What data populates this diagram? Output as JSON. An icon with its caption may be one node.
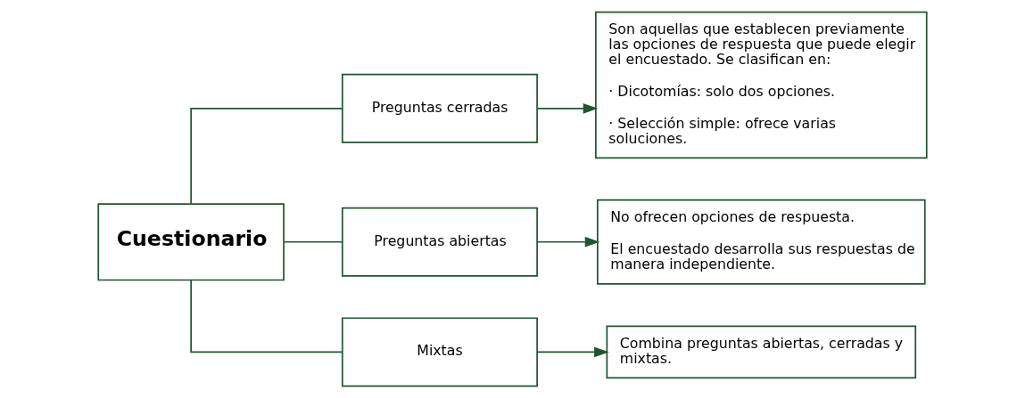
{
  "diagram": {
    "nodes": [
      {
        "text": [
          "Cuestionario"
        ]
      },
      {
        "text": [
          "Preguntas cerradas"
        ]
      },
      {
        "text": [
          "Son aquellas que establecen previamente las opciones de respuesta que puede elegir el encuestado. Se clasifican en:",
          "· Dicotomías: solo dos opciones.",
          "· Selección simple: ofrece varias soluciones."
        ]
      },
      {
        "text": [
          "Preguntas abiertas"
        ]
      },
      {
        "text": [
          "No ofrecen opciones de respuesta.",
          "El encuestado desarrolla sus respuestas de manera independiente."
        ]
      },
      {
        "text": [
          "Mixtas"
        ]
      },
      {
        "text": [
          "Combina preguntas abiertas, cerradas y mixtas."
        ]
      }
    ],
    "edges": [
      {
        "from": 0,
        "to": 1,
        "arrow": "none"
      },
      {
        "from": 0,
        "to": 3,
        "arrow": "none"
      },
      {
        "from": 0,
        "to": 5,
        "arrow": "none"
      },
      {
        "from": 1,
        "to": 2,
        "arrow": "to"
      },
      {
        "from": 3,
        "to": 4,
        "arrow": "to"
      },
      {
        "from": 5,
        "to": 6,
        "arrow": "to"
      }
    ]
  }
}
